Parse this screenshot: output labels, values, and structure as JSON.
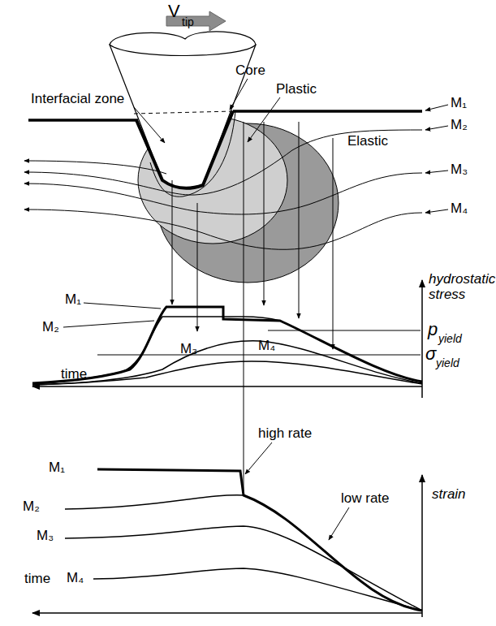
{
  "diagram": {
    "labels": [
      "V",
      "tip",
      "Core",
      "Plastic",
      "Interfacial zone",
      "Elastic",
      "M₁",
      "M₂",
      "M₃",
      "M₄",
      "M₁",
      "M₂",
      "hydrostatic stress",
      "p",
      "yield",
      "M₃",
      "M₄",
      "σ",
      "yield",
      "time",
      "high rate",
      "M₁",
      "low rate",
      "strain",
      "M₂",
      "M₃",
      "time",
      "M₄"
    ]
  }
}
